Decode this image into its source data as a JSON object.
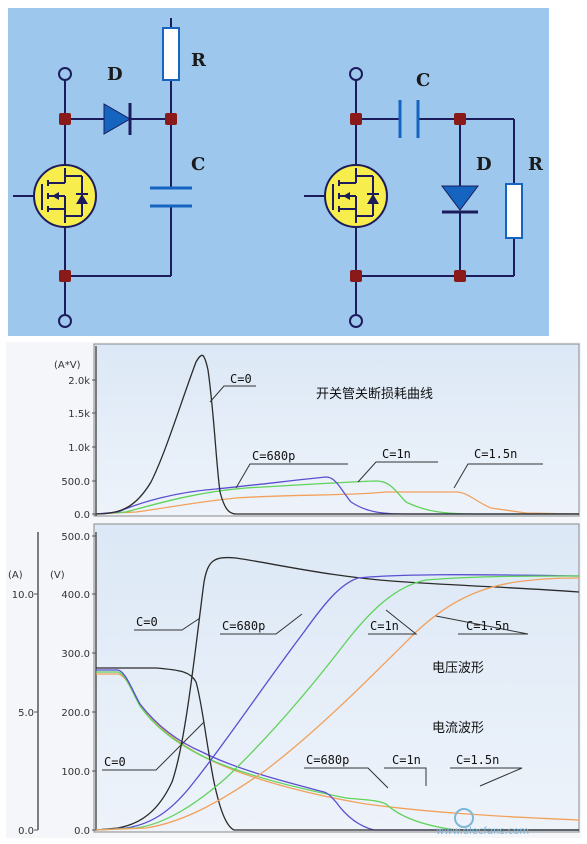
{
  "circuit_left": {
    "diode_label": "D",
    "resistor_label": "R",
    "capacitor_label": "C"
  },
  "circuit_right": {
    "capacitor_label": "C",
    "diode_label": "D",
    "resistor_label": "R"
  },
  "loss_plot": {
    "unit": "(A*V)",
    "ticks": [
      "2.0k",
      "1.5k",
      "1.0k",
      "500.0",
      "0.0"
    ],
    "title": "开关管关断损耗曲线",
    "labels": {
      "c0": "C=0",
      "c680": "C=680p",
      "c1n": "C=1n",
      "c15n": "C=1.5n"
    }
  },
  "vi_plot": {
    "current_unit": "(A)",
    "voltage_unit": "(V)",
    "current_ticks": [
      "10.0",
      "5.0",
      "0.0"
    ],
    "voltage_ticks": [
      "500.0",
      "400.0",
      "300.0",
      "200.0",
      "100.0",
      "0.0"
    ],
    "voltage_title": "电压波形",
    "current_title": "电流波形",
    "voltage_labels": {
      "c0": "C=0",
      "c680": "C=680p",
      "c1n": "C=1n",
      "c15n": "C=1.5n"
    },
    "current_labels": {
      "c0": "C=0",
      "c680": "C=680p",
      "c1n": "C=1n",
      "c15n": "C=1.5n"
    }
  },
  "watermark": "www.elecfans.com",
  "colors": {
    "circuit_bg": "#9ec7ee",
    "wire": "#1c1c5c",
    "node": "#8a1a1a",
    "mosfet": "#f7ee4d",
    "component": "#1565c0",
    "plot_bg": "#e6eef8",
    "c0_curve": "#2b2b2b",
    "c680_curve": "#5a4fd0",
    "c1n_curve": "#5fd35a",
    "c15n_curve": "#f2a15c"
  }
}
